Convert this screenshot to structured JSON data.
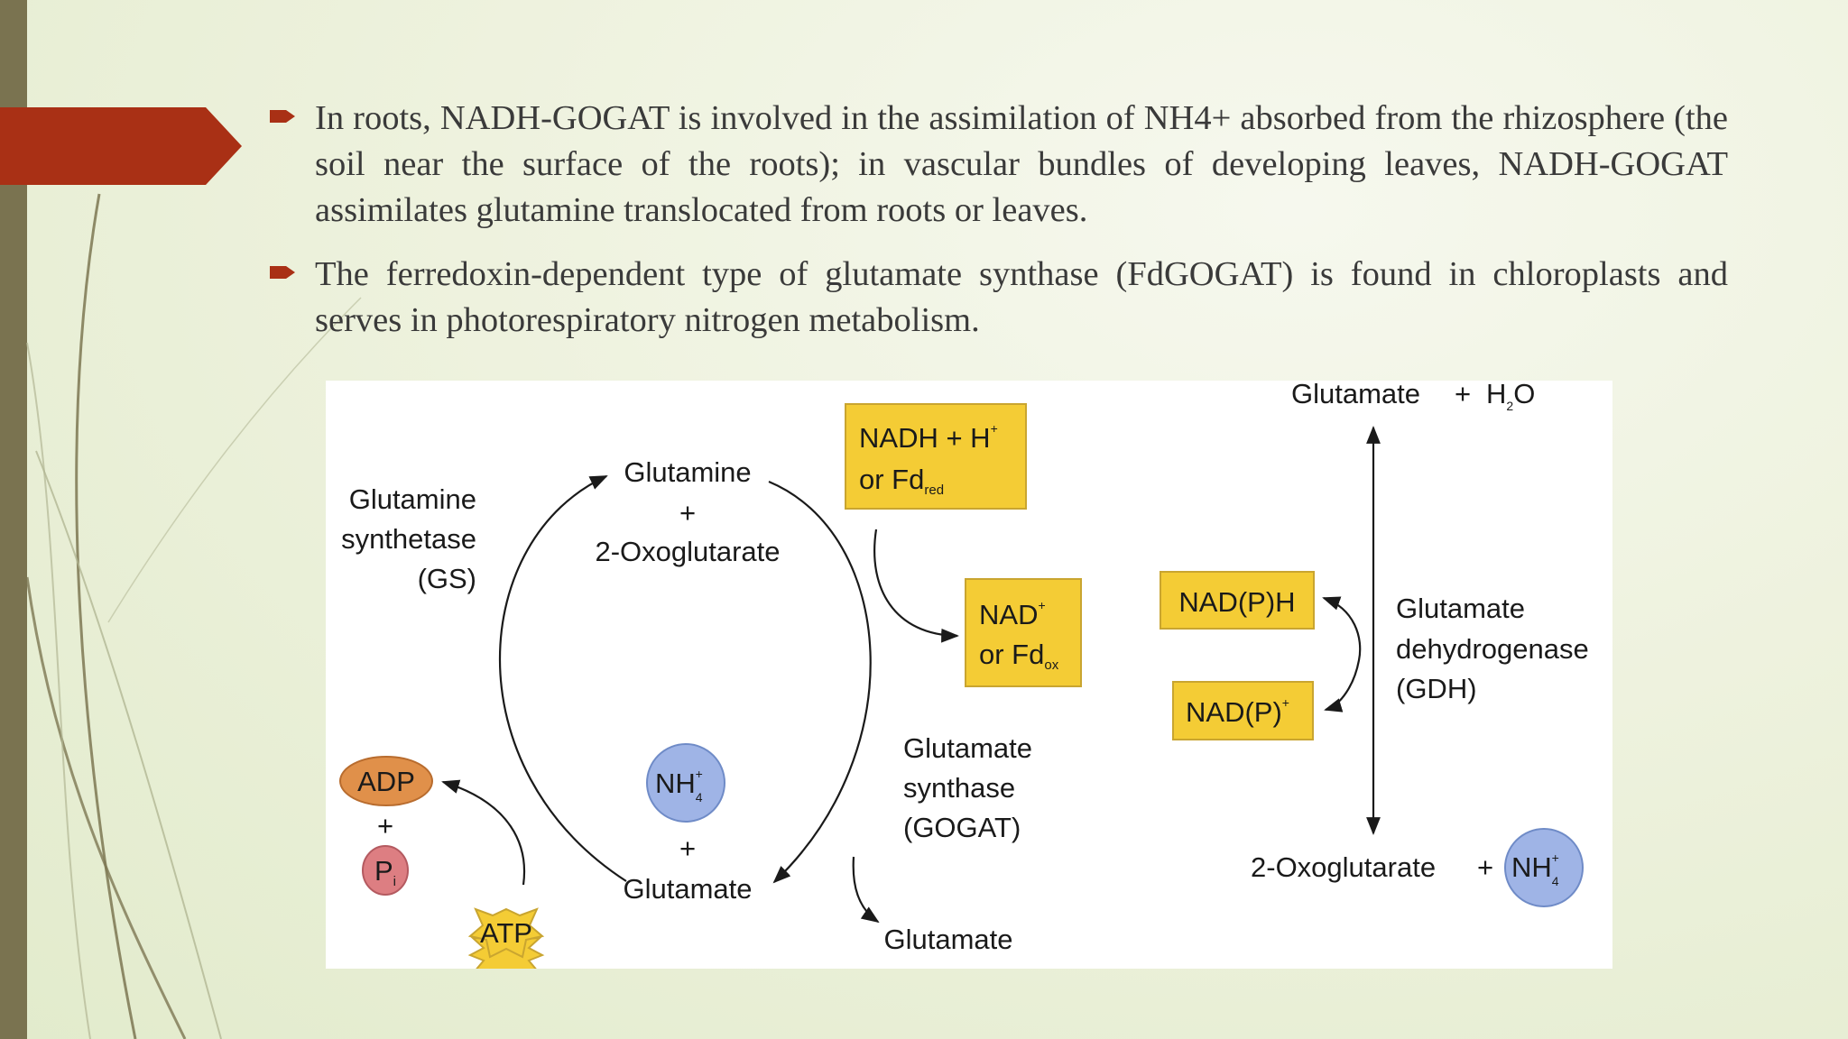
{
  "slide": {
    "bullets": [
      {
        "text": "In roots, NADH-GOGAT is involved in the assimilation of NH4+ absorbed from the rhizosphere (the soil near the surface of the roots); in vascular bundles of developing leaves, NADH-GOGAT assimilates glutamine translocated from roots or leaves."
      },
      {
        "text": "The ferredoxin-dependent type of glutamate synthase (FdGOGAT) is found in chloroplasts and serves in photorespiratory nitrogen metabolism."
      }
    ],
    "colors": {
      "accent": "#a93015",
      "side_bar": "#7a7350",
      "box_yellow": "#f4cc35",
      "adp_orange": "#e0904a",
      "pi_red": "#dd7e82",
      "nh4_blue": "#9fb4e6",
      "atp_yellow": "#f4cc35"
    }
  },
  "diagram": {
    "gs": {
      "line1": "Glutamine",
      "line2": "synthetase",
      "line3": "(GS)"
    },
    "top_node": {
      "line1": "Glutamine",
      "plus": "+",
      "line2": "2-Oxoglutarate"
    },
    "nadh_box": {
      "line1": "NADH + H",
      "sup1": "+",
      "line2": "or Fd",
      "sub2": "red"
    },
    "nad_box": {
      "line1": "NAD",
      "sup1": "+",
      "line2": "or Fd",
      "sub2": "ox"
    },
    "adp": "ADP",
    "plus": "+",
    "pi": {
      "label": "P",
      "sub": "i"
    },
    "atp": "ATP",
    "nh4": {
      "label": "NH",
      "sub": "4",
      "sup": "+"
    },
    "bottom_node": {
      "plus": "+",
      "label": "Glutamate"
    },
    "gogat": {
      "line1": "Glutamate",
      "line2": "synthase",
      "line3": "(GOGAT)"
    },
    "glutamate_out": "Glutamate",
    "gdh_top": {
      "label": "Glutamate",
      "plus": "+",
      "h2o": "H",
      "h2o_sub": "2",
      "h2o_tail": "O"
    },
    "nadph_box": "NAD(P)H",
    "nadp_box": {
      "label": "NAD(P)",
      "sup": "+"
    },
    "gdh": {
      "line1": "Glutamate",
      "line2": "dehydrogenase",
      "line3": "(GDH)"
    },
    "gdh_bottom": {
      "label": "2-Oxoglutarate",
      "plus": "+"
    }
  }
}
